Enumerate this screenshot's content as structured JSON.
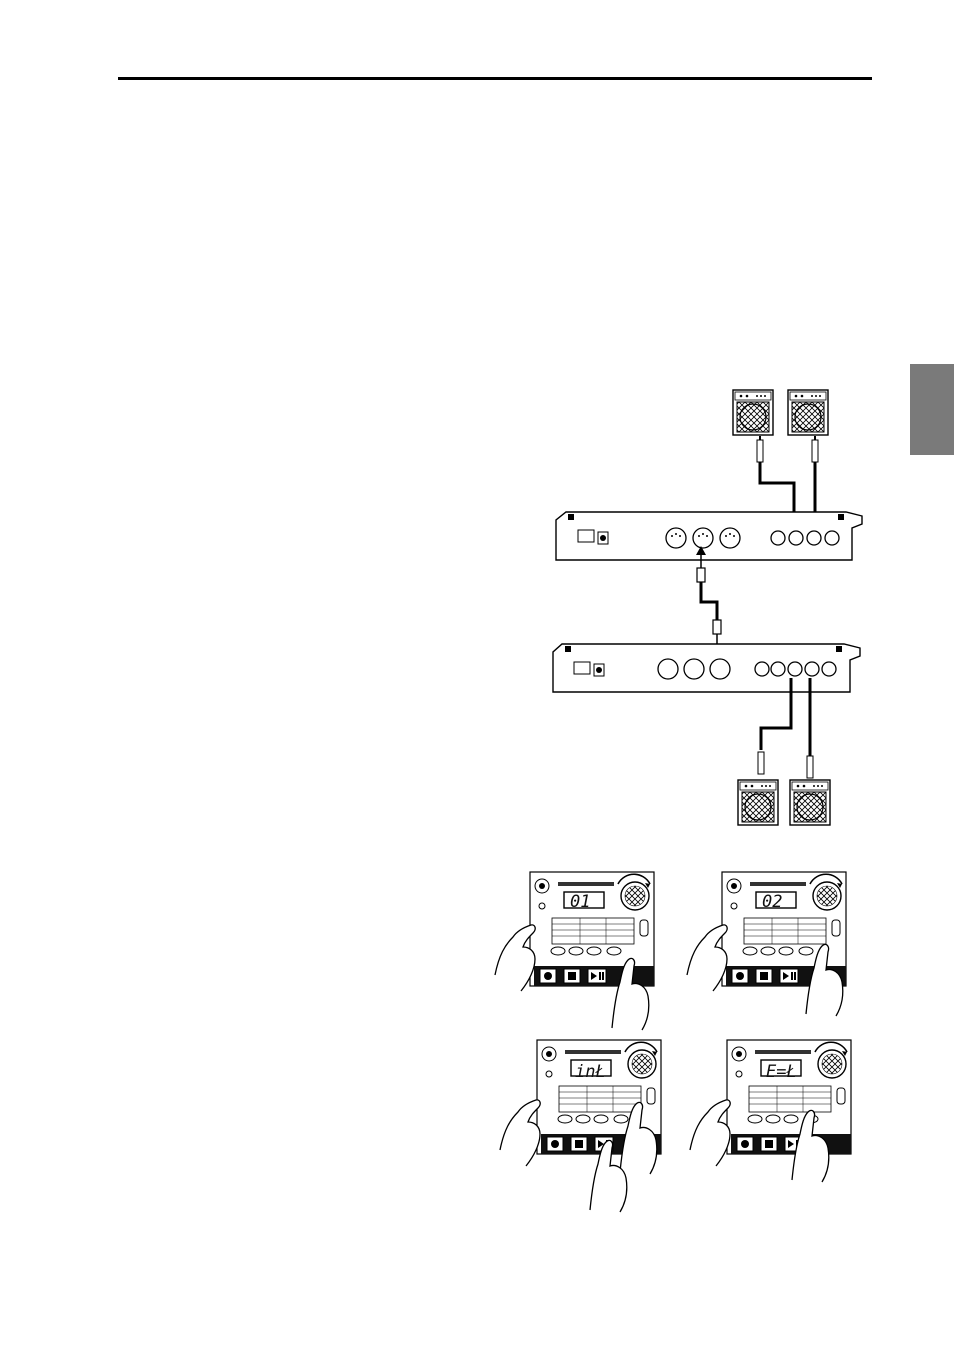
{
  "page": {
    "section_tab_color": "#7a7a7a",
    "rule_color": "#000000"
  },
  "figures": {
    "connection_diagram": {
      "description_icons": [
        "amplifier-icon",
        "cable-icon",
        "midi-cable-icon",
        "device-rear-panel"
      ]
    },
    "display_panels": [
      {
        "lcd": "01"
      },
      {
        "lcd": "02"
      },
      {
        "lcd": "inŁ"
      },
      {
        "lcd": "E=Ł"
      }
    ]
  }
}
